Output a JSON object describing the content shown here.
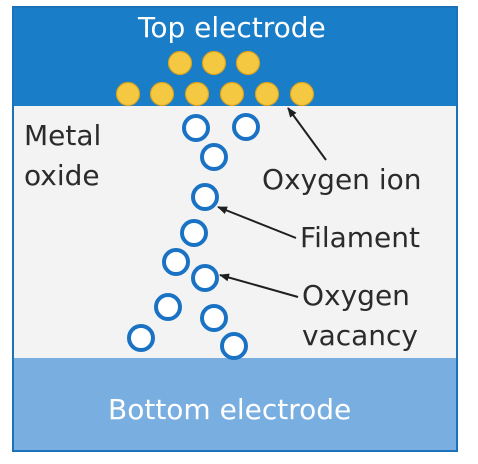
{
  "diagram": {
    "top_electrode_label": "Top electrode",
    "metal_oxide_label_line1": "Metal",
    "metal_oxide_label_line2": "oxide",
    "oxygen_ion_label": "Oxygen ion",
    "filament_label": "Filament",
    "oxygen_vacancy_label_line1": "Oxygen",
    "oxygen_vacancy_label_line2": "vacancy",
    "bottom_electrode_label": "Bottom electrode",
    "colors": {
      "top_electrode": "#1a7dc7",
      "metal_oxide": "#f3f3f4",
      "bottom_electrode": "#79aee0",
      "border": "#1c72b8",
      "oxygen_ion_fill": "#f5c842",
      "oxygen_ion_stroke": "#d9a11c",
      "vacancy_stroke": "#1a72c4",
      "arrow": "#1f1f1f"
    },
    "icons": {
      "oxygen_ion": "yellow-filled-circle",
      "oxygen_vacancy": "hollow-blue-circle"
    }
  }
}
